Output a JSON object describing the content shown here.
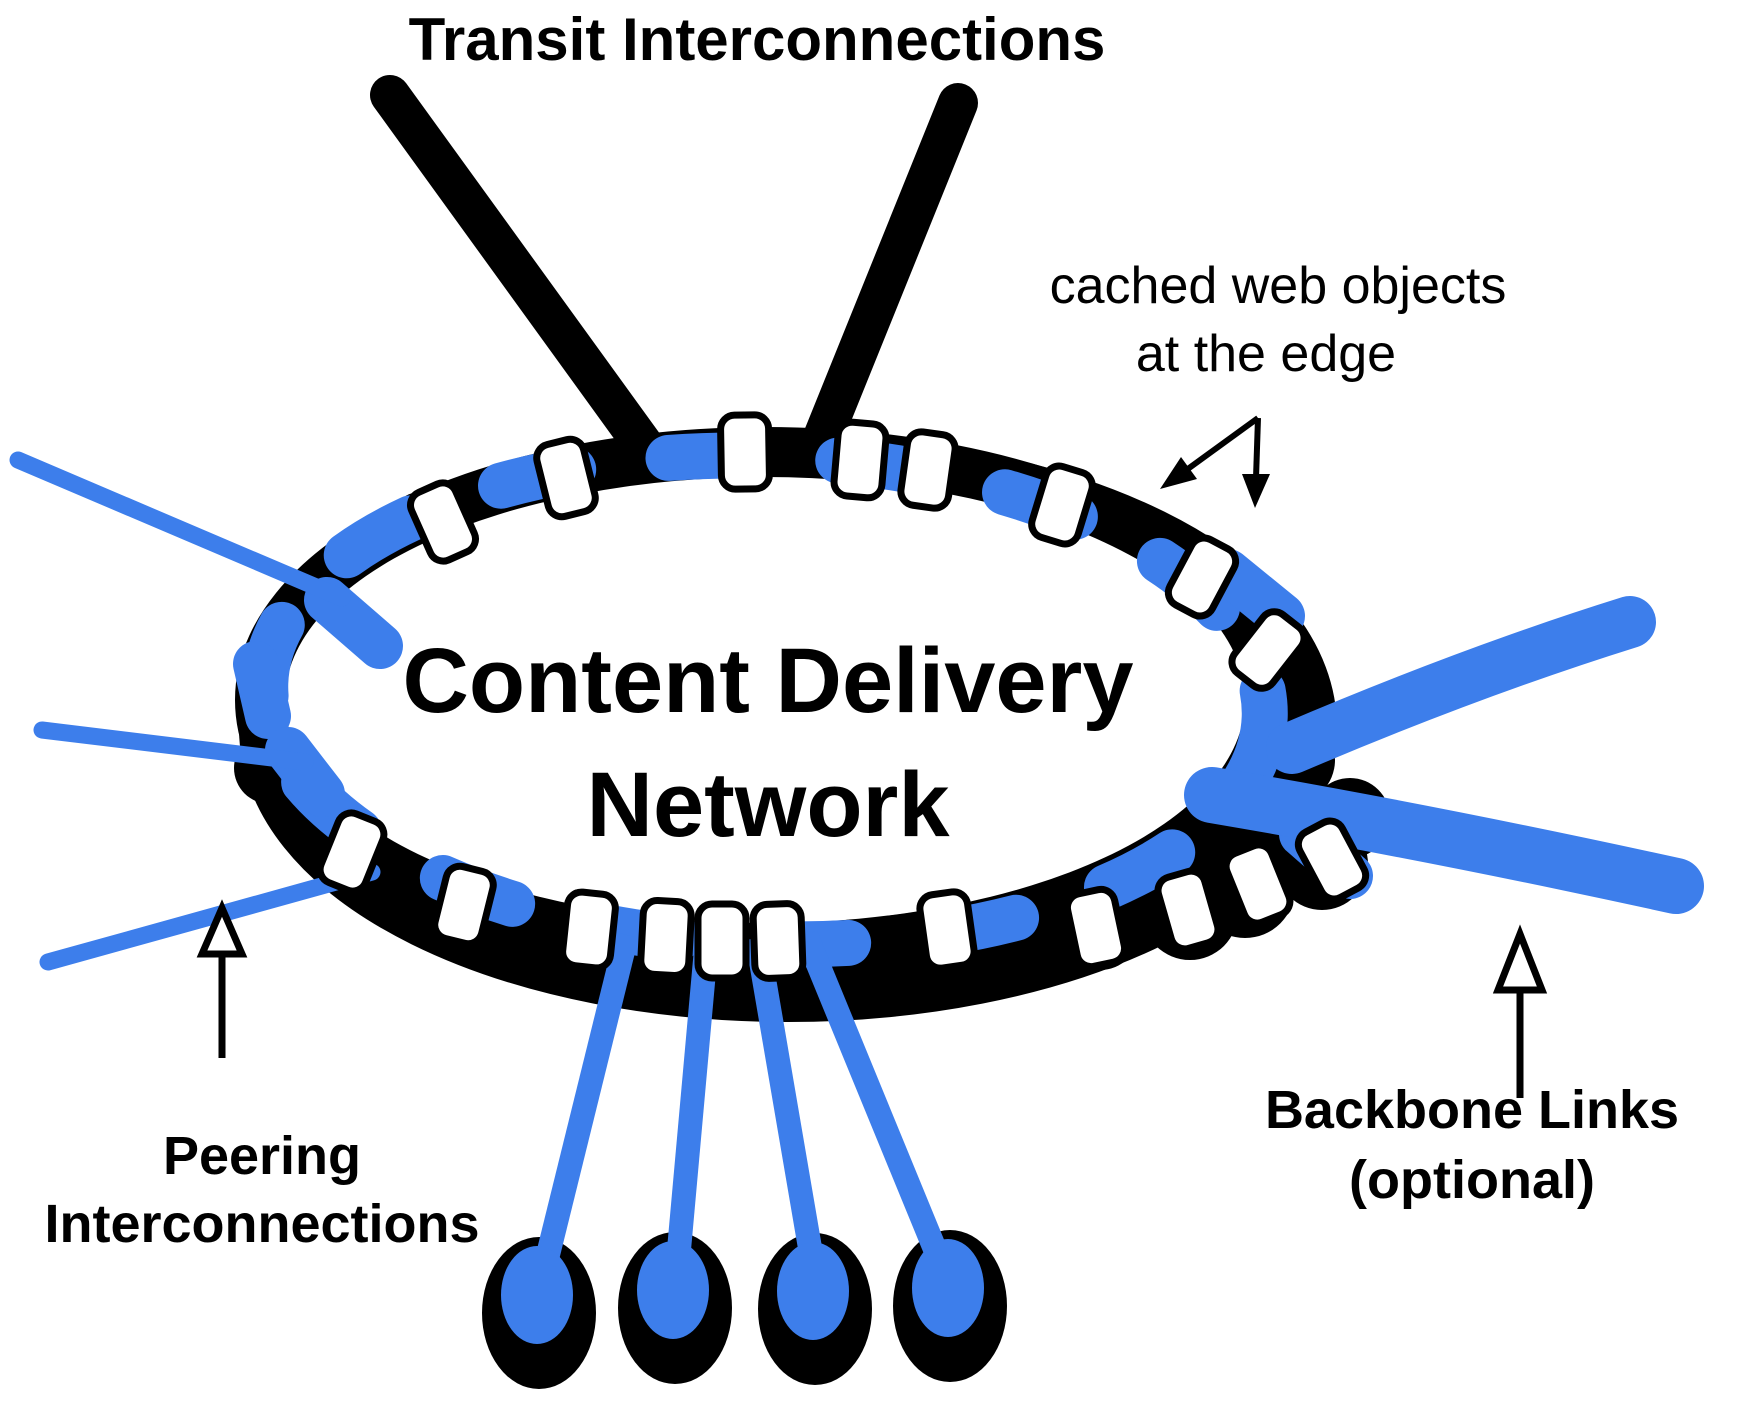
{
  "diagram": {
    "cloud_label_line1": "Content Delivery",
    "cloud_label_line2": "Network",
    "labels": {
      "transit": "Transit Interconnections",
      "cached_line1": "cached web objects",
      "cached_line2": "at the edge",
      "peering_line1": "Peering",
      "peering_line2": "Interconnections",
      "backbone_line1": "Backbone Links",
      "backbone_line2": "(optional)"
    },
    "colors": {
      "link_blue": "#3D7EEB",
      "outline_black": "#000000",
      "background": "#FFFFFF"
    },
    "structure": {
      "transit_links": 2,
      "peering_links": 3,
      "backbone_links": 2,
      "edge_servers": 19,
      "origin_nodes": 4,
      "origin_links": 4
    }
  }
}
